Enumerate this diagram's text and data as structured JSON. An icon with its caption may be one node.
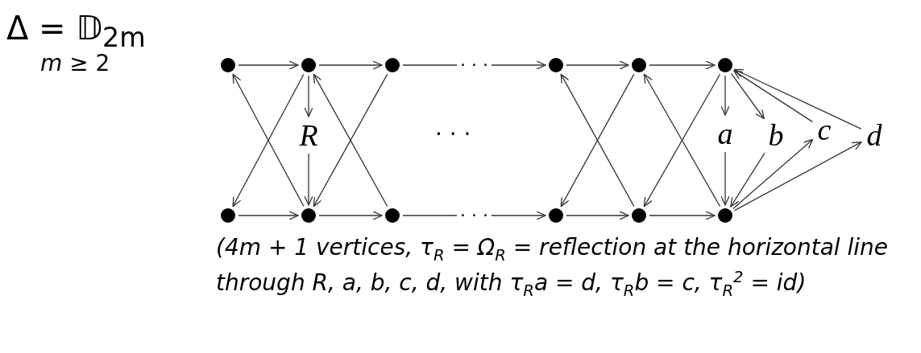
{
  "diagram": {
    "caption": "(4m + 1 vertices, τ$_{R}$ = Ω$_{R}$ = reflection at the horizontal line through R, a, b, c, d, with τ$_{R}$a = d, τ$_{R}$b = c, τ$_{R}$$^{2}$ = id)",
    "nodes": [
      {
        "text": [],
        "shape": "circle"
      },
      {
        "text": [],
        "shape": "circle"
      },
      {
        "text": [],
        "shape": "circle"
      },
      {
        "text": [],
        "shape": "circle"
      },
      {
        "text": [],
        "shape": "circle"
      },
      {
        "text": [],
        "shape": "circle"
      },
      {
        "text": [
          "R"
        ]
      },
      {
        "text": [
          "a"
        ]
      },
      {
        "text": [
          "b"
        ]
      },
      {
        "text": [
          "c"
        ]
      },
      {
        "text": [
          "d"
        ]
      },
      {
        "text": [],
        "shape": "circle"
      },
      {
        "text": [],
        "shape": "circle"
      },
      {
        "text": [],
        "shape": "circle"
      },
      {
        "text": [],
        "shape": "circle"
      },
      {
        "text": [],
        "shape": "circle"
      },
      {
        "text": [],
        "shape": "circle"
      }
    ],
    "edges": [
      {
        "from": 0,
        "to": 1,
        "arrow": "to"
      },
      {
        "from": 1,
        "to": 2,
        "arrow": "to"
      },
      {
        "from": 2,
        "to": 3,
        "arrow": "to",
        "label": "· · ·"
      },
      {
        "from": 3,
        "to": 4,
        "arrow": "to"
      },
      {
        "from": 4,
        "to": 5,
        "arrow": "to"
      },
      {
        "from": 11,
        "to": 12,
        "arrow": "to"
      },
      {
        "from": 12,
        "to": 13,
        "arrow": "to"
      },
      {
        "from": 13,
        "to": 14,
        "arrow": "to",
        "label": "· · ·"
      },
      {
        "from": 14,
        "to": 15,
        "arrow": "to"
      },
      {
        "from": 15,
        "to": 16,
        "arrow": "to"
      },
      {
        "from": 1,
        "to": 11,
        "arrow": "to"
      },
      {
        "from": 12,
        "to": 0,
        "arrow": "to"
      },
      {
        "from": 1,
        "to": 6,
        "arrow": "to"
      },
      {
        "from": 6,
        "to": 12,
        "arrow": "to"
      },
      {
        "from": 2,
        "to": 12,
        "arrow": "to"
      },
      {
        "from": 13,
        "to": 1,
        "arrow": "to"
      },
      {
        "from": 4,
        "to": 14,
        "arrow": "to"
      },
      {
        "from": 15,
        "to": 3,
        "arrow": "to"
      },
      {
        "from": 5,
        "to": 15,
        "arrow": "to"
      },
      {
        "from": 16,
        "to": 4,
        "arrow": "to"
      },
      {
        "from": 5,
        "to": 7,
        "arrow": "to"
      },
      {
        "from": 7,
        "to": 16,
        "arrow": "to"
      },
      {
        "from": 5,
        "to": 8,
        "arrow": "to"
      },
      {
        "from": 8,
        "to": 16,
        "arrow": "to"
      },
      {
        "from": 16,
        "to": 9,
        "arrow": "to"
      },
      {
        "from": 9,
        "to": 5,
        "arrow": "to"
      },
      {
        "from": 16,
        "to": 10,
        "arrow": "to"
      },
      {
        "from": 10,
        "to": 5,
        "arrow": "to"
      }
    ],
    "labels": [
      "Δ = 𝔻$_{2m}$",
      "*m* ≥ 2",
      "· · ·"
    ]
  }
}
